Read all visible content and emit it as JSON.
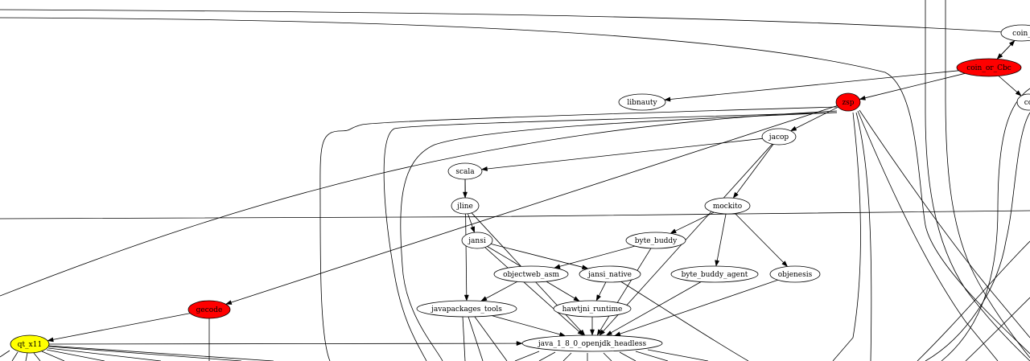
{
  "nodes": [
    {
      "id": "coin",
      "label": "coin_",
      "fill": "#ffffff"
    },
    {
      "id": "coin_or_cbc",
      "label": "coin_or_Cbc",
      "fill": "#ff0000"
    },
    {
      "id": "co",
      "label": "co",
      "fill": "#ffffff"
    },
    {
      "id": "libnauty",
      "label": "libnauty",
      "fill": "#ffffff"
    },
    {
      "id": "zsp",
      "label": "zsp",
      "fill": "#ff0000"
    },
    {
      "id": "jacop",
      "label": "jacop",
      "fill": "#ffffff"
    },
    {
      "id": "scala",
      "label": "scala",
      "fill": "#ffffff"
    },
    {
      "id": "jline",
      "label": "jline",
      "fill": "#ffffff"
    },
    {
      "id": "mockito",
      "label": "mockito",
      "fill": "#ffffff"
    },
    {
      "id": "jansi",
      "label": "jansi",
      "fill": "#ffffff"
    },
    {
      "id": "byte_buddy",
      "label": "byte_buddy",
      "fill": "#ffffff"
    },
    {
      "id": "objectweb_asm",
      "label": "objectweb_asm",
      "fill": "#ffffff"
    },
    {
      "id": "jansi_native",
      "label": "jansi_native",
      "fill": "#ffffff"
    },
    {
      "id": "byte_buddy_agent",
      "label": "byte_buddy_agent",
      "fill": "#ffffff"
    },
    {
      "id": "objenesis",
      "label": "objenesis",
      "fill": "#ffffff"
    },
    {
      "id": "gecode",
      "label": "gecode",
      "fill": "#ff0000"
    },
    {
      "id": "javapackages_tools",
      "label": "javapackages_tools",
      "fill": "#ffffff"
    },
    {
      "id": "hawtjni_runtime",
      "label": "hawtjni_runtime",
      "fill": "#ffffff"
    },
    {
      "id": "qt_x11",
      "label": "qt_x11",
      "fill": "#ffff00"
    },
    {
      "id": "java_1_8_0_openjdk_headless",
      "label": "java_1_8_0_openjdk_headless",
      "fill": "#ffffff"
    }
  ],
  "edges": [
    {
      "from": "coin_or_cbc",
      "to": "coin"
    },
    {
      "from": "coin",
      "to": "coin_or_cbc"
    },
    {
      "from": "coin_or_cbc",
      "to": "co"
    },
    {
      "from": "coin_or_cbc",
      "to": "libnauty"
    },
    {
      "from": "coin_or_cbc",
      "to": "zsp"
    },
    {
      "from": "zsp",
      "to": "jacop"
    },
    {
      "from": "jacop",
      "to": "scala"
    },
    {
      "from": "jacop",
      "to": "mockito"
    },
    {
      "from": "jacop",
      "to": "java_1_8_0_openjdk_headless"
    },
    {
      "from": "scala",
      "to": "jline"
    },
    {
      "from": "scala",
      "to": "javapackages_tools"
    },
    {
      "from": "jline",
      "to": "jansi"
    },
    {
      "from": "jline",
      "to": "java_1_8_0_openjdk_headless"
    },
    {
      "from": "jansi",
      "to": "jansi_native"
    },
    {
      "from": "jansi",
      "to": "hawtjni_runtime"
    },
    {
      "from": "jansi",
      "to": "java_1_8_0_openjdk_headless"
    },
    {
      "from": "mockito",
      "to": "byte_buddy"
    },
    {
      "from": "mockito",
      "to": "byte_buddy_agent"
    },
    {
      "from": "mockito",
      "to": "objenesis"
    },
    {
      "from": "byte_buddy",
      "to": "objectweb_asm"
    },
    {
      "from": "byte_buddy",
      "to": "java_1_8_0_openjdk_headless"
    },
    {
      "from": "objectweb_asm",
      "to": "javapackages_tools"
    },
    {
      "from": "jansi_native",
      "to": "hawtjni_runtime"
    },
    {
      "from": "byte_buddy_agent",
      "to": "java_1_8_0_openjdk_headless"
    },
    {
      "from": "objenesis",
      "to": "java_1_8_0_openjdk_headless"
    },
    {
      "from": "javapackages_tools",
      "to": "java_1_8_0_openjdk_headless"
    },
    {
      "from": "hawtjni_runtime",
      "to": "java_1_8_0_openjdk_headless"
    },
    {
      "from": "zsp",
      "to": "gecode"
    },
    {
      "from": "gecode",
      "to": "qt_x11"
    },
    {
      "from": "qt_x11",
      "to": "java_1_8_0_openjdk_headless"
    }
  ]
}
